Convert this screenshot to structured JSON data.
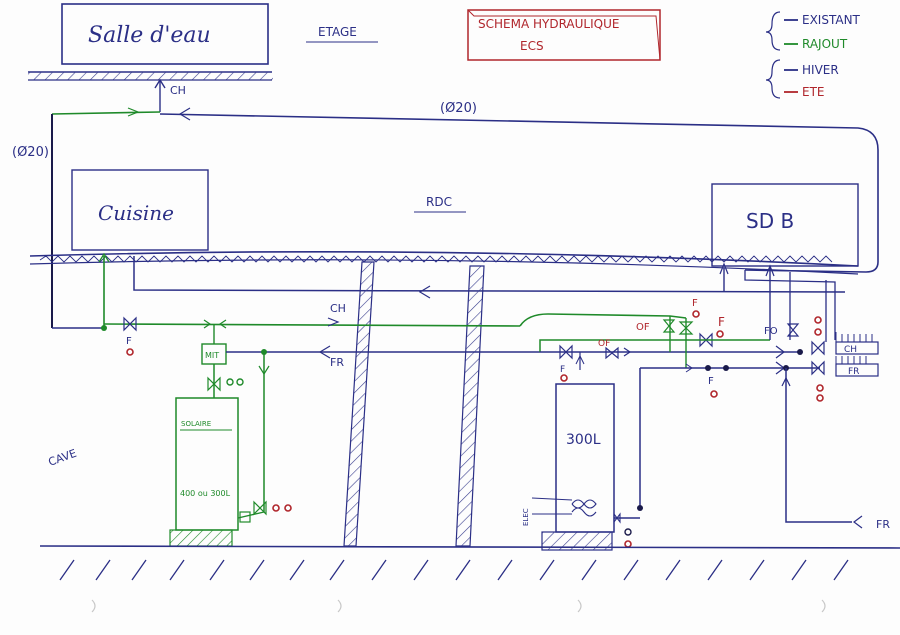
{
  "texts": {
    "room_salle_eau": "Salle d'eau",
    "floor_etage": "ETAGE",
    "title_line1": "SCHEMA HYDRAULIQUE",
    "title_line2": "ECS",
    "legend_existant": "EXISTANT",
    "legend_rajout": "RAJOUT",
    "legend_hiver": "HIVER",
    "legend_ete": "ETE",
    "ch_top": "CH",
    "diameter_top": "(Ø20)",
    "diameter_left": "(Ø20)",
    "room_cuisine": "Cuisine",
    "floor_rdc": "RDC",
    "room_sdb": "SD B",
    "ch_label": "CH",
    "fr_label": "FR",
    "fr_right": "FR",
    "fr_box": "FR",
    "ch_box": "CH",
    "mit": "MIT",
    "solaire": "SOLAIRE",
    "tank_300": "300L",
    "solar_capacity": "400 ou 300L",
    "floor_cave": "CAVE",
    "elec": "ELEC",
    "f_left": "F",
    "f_mid": "F",
    "of_label": "OF",
    "f_red_top": "F",
    "f_right": "F",
    "fo_label": "FO",
    "of_small": "OF"
  },
  "colors": {
    "existant": "#2b2f86",
    "rajout": "#1f8a2a",
    "ete": "#b0262c",
    "hiver": "#2b2f86",
    "hatch": "#3a3f8f"
  }
}
